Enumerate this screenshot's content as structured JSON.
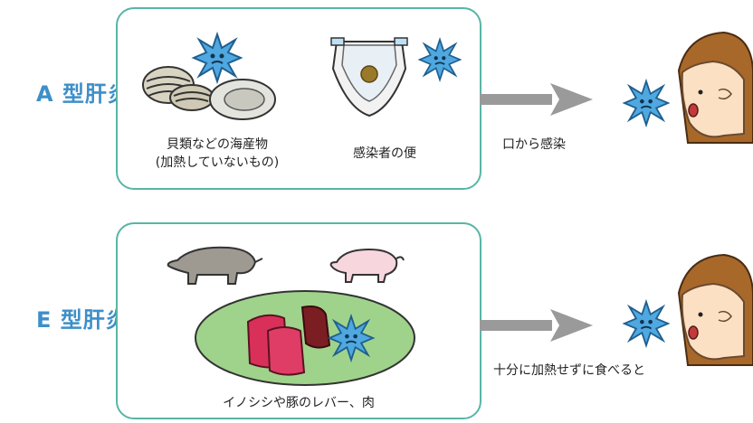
{
  "rows": [
    {
      "label": "A 型肝炎",
      "sources": [
        {
          "caption": "貝類などの海産物\n(加熱していないもの)"
        },
        {
          "caption": "感染者の便"
        }
      ],
      "route": "口から感染"
    },
    {
      "label": "E 型肝炎",
      "sources": [
        {
          "caption": "イノシシや豚のレバー、肉"
        }
      ],
      "route": "十分に加熱せずに食べると"
    }
  ],
  "colors": {
    "label": "#3d8fc9",
    "box_border": "#58b5a6",
    "virus": "#4fa8e0",
    "arrow": "#9a9a9a"
  }
}
